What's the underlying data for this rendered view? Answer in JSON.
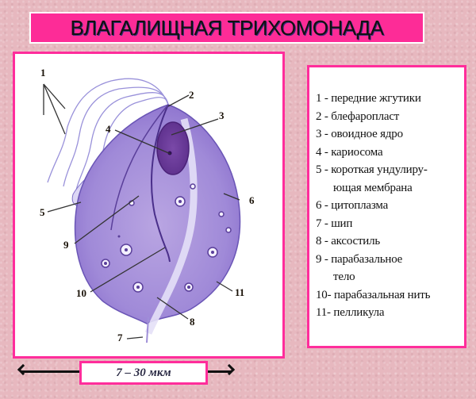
{
  "title": "ВЛАГАЛИЩНАЯ ТРИХОМОНАДА",
  "figure": {
    "labels": [
      "1",
      "2",
      "3",
      "4",
      "5",
      "6",
      "7",
      "8",
      "9",
      "10",
      "11"
    ]
  },
  "legend": {
    "items": [
      {
        "text": "1 - передние жгутики"
      },
      {
        "text": "2 - блефаропласт"
      },
      {
        "text": "3 - овоидное ядро"
      },
      {
        "text": "4 - кариосома"
      },
      {
        "text": "5 - короткая ундулиру-",
        "cont": "ющая мембрана"
      },
      {
        "text": "6 - цитоплазма"
      },
      {
        "text": "7 - шип"
      },
      {
        "text": "8 - аксостиль"
      },
      {
        "text": "9 - парабазальное",
        "cont": "тело"
      },
      {
        "text": "10- парабазальная нить"
      },
      {
        "text": "11- пелликула"
      }
    ]
  },
  "scale": {
    "label": "7 – 30 мкм"
  },
  "colors": {
    "background": "#e7b8bf",
    "accent_pink": "#ff2d9b",
    "title_fill": "#fd2c97",
    "cell_purple": "#9b7fd0",
    "nucleus": "#6a3d9a"
  }
}
